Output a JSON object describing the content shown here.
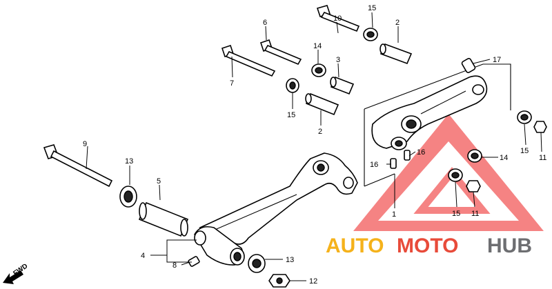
{
  "callouts": {
    "c1": "1",
    "c2a": "2",
    "c2b": "2",
    "c3": "3",
    "c4": "4",
    "c5": "5",
    "c6": "6",
    "c7": "7",
    "c8": "8",
    "c9": "9",
    "c10": "10",
    "c11a": "11",
    "c11b": "11",
    "c12": "12",
    "c13a": "13",
    "c13b": "13",
    "c14a": "14",
    "c14b": "14",
    "c15a": "15",
    "c15b": "15",
    "c15c": "15",
    "c15d": "15",
    "c16a": "16",
    "c16b": "16",
    "c17": "17"
  },
  "direction": {
    "label": "FWD"
  },
  "watermark": {
    "part1": "AUTO",
    "part2": "MOTO",
    "part3": "HUB",
    "colors": {
      "auto": "#f5b21b",
      "moto": "#e84b3a",
      "hub": "#6d6e71",
      "triangle": "#f04a4a"
    }
  }
}
